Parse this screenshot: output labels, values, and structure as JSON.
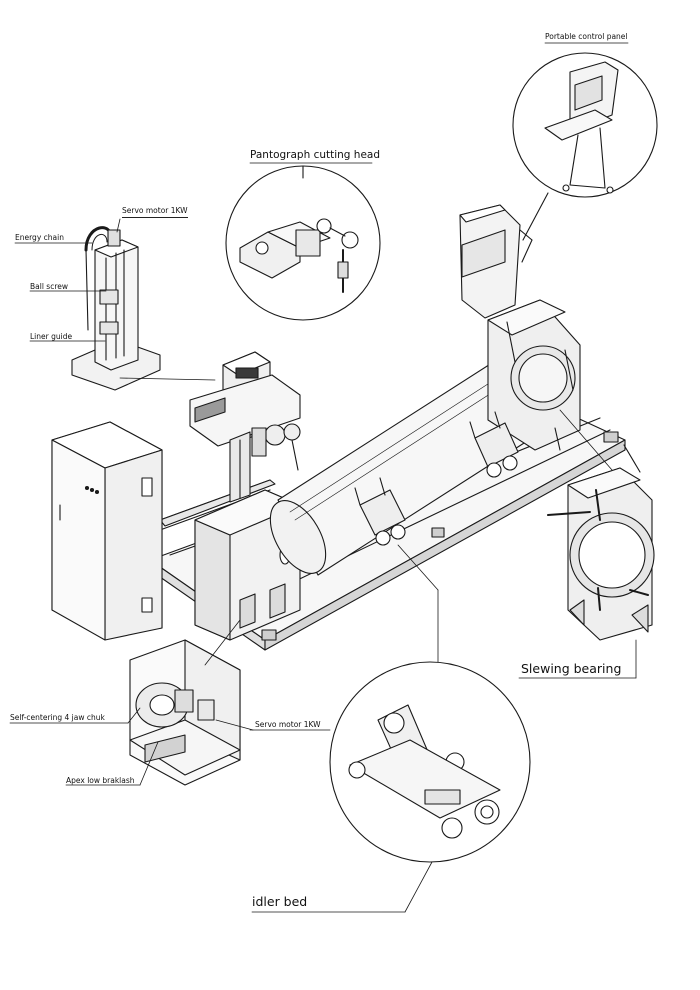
{
  "labels": {
    "portable_control_panel": "Portable control panel",
    "pantograph_cutting_head": "Pantograph cutting head",
    "servo_motor_top": "Servo motor 1KW",
    "energy_chain": "Energy chain",
    "ball_screw": "Ball screw",
    "liner_guide": "Liner guide",
    "slewing_bearing": "Slewing bearing",
    "self_centering_chuck": "Self-centering 4 jaw chuk",
    "servo_motor_chuck": "Servo motor 1KW",
    "apex_low_backlash": "Apex low braklash",
    "idler_bed": "idler bed"
  },
  "colors": {
    "line": "#1a1a1a",
    "panel_fill": "#f2f2f2",
    "shade_fill": "#d9d9d9"
  }
}
